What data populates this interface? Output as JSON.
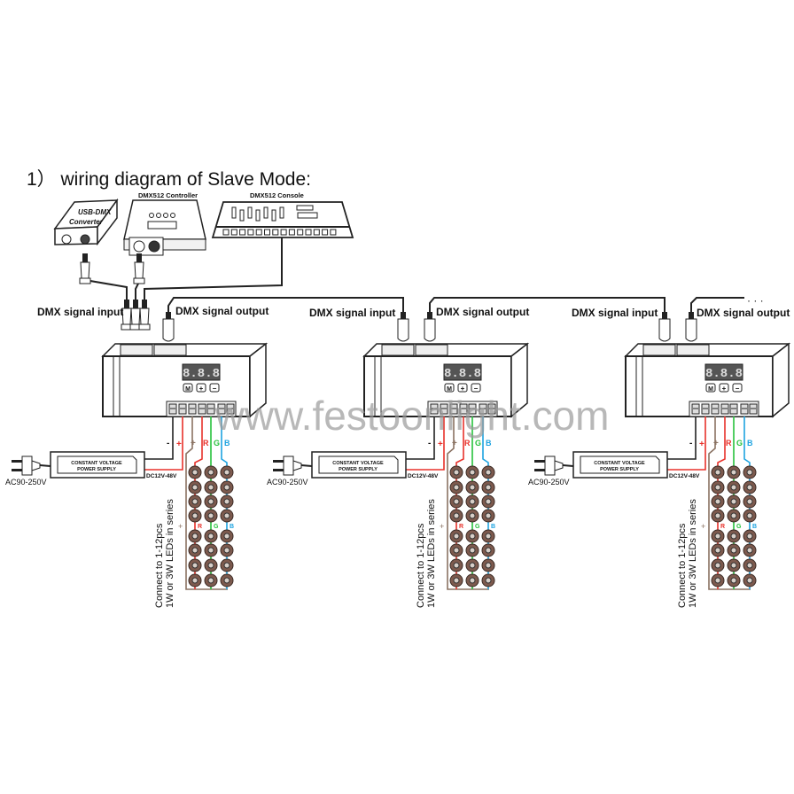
{
  "title": "1） wiring diagram of Slave Mode:",
  "devices": {
    "usb_dmx_line1": "USB-DMX",
    "usb_dmx_line2": "Converter",
    "controller": "DMX512 Controller",
    "console": "DMX512 Console"
  },
  "labels": {
    "dmx_input": "DMX signal input",
    "dmx_output": "DMX signal output",
    "ellipsis": "· · ·"
  },
  "unit": {
    "display": "8.8.8",
    "buttons": [
      "M",
      "+",
      "−"
    ],
    "psu_line1": "CONSTANT VOLTAGE",
    "psu_line2": "POWER SUPPLY",
    "ac_input": "AC90-250V",
    "dc_output": "DC12V-48V",
    "minus": "-",
    "plus": "+",
    "common_plus": "+",
    "channels": [
      "R",
      "G",
      "B"
    ],
    "led_note_line1": "Connect to 1-12pcs",
    "led_note_line2": "1W or 3W LEDs in series"
  },
  "watermark": "www.festoonlight.com",
  "colors": {
    "red": "#e8322b",
    "green": "#27c23c",
    "blue": "#1ea3e0",
    "common": "#8a7262",
    "watermark": "#9a9a9a"
  }
}
